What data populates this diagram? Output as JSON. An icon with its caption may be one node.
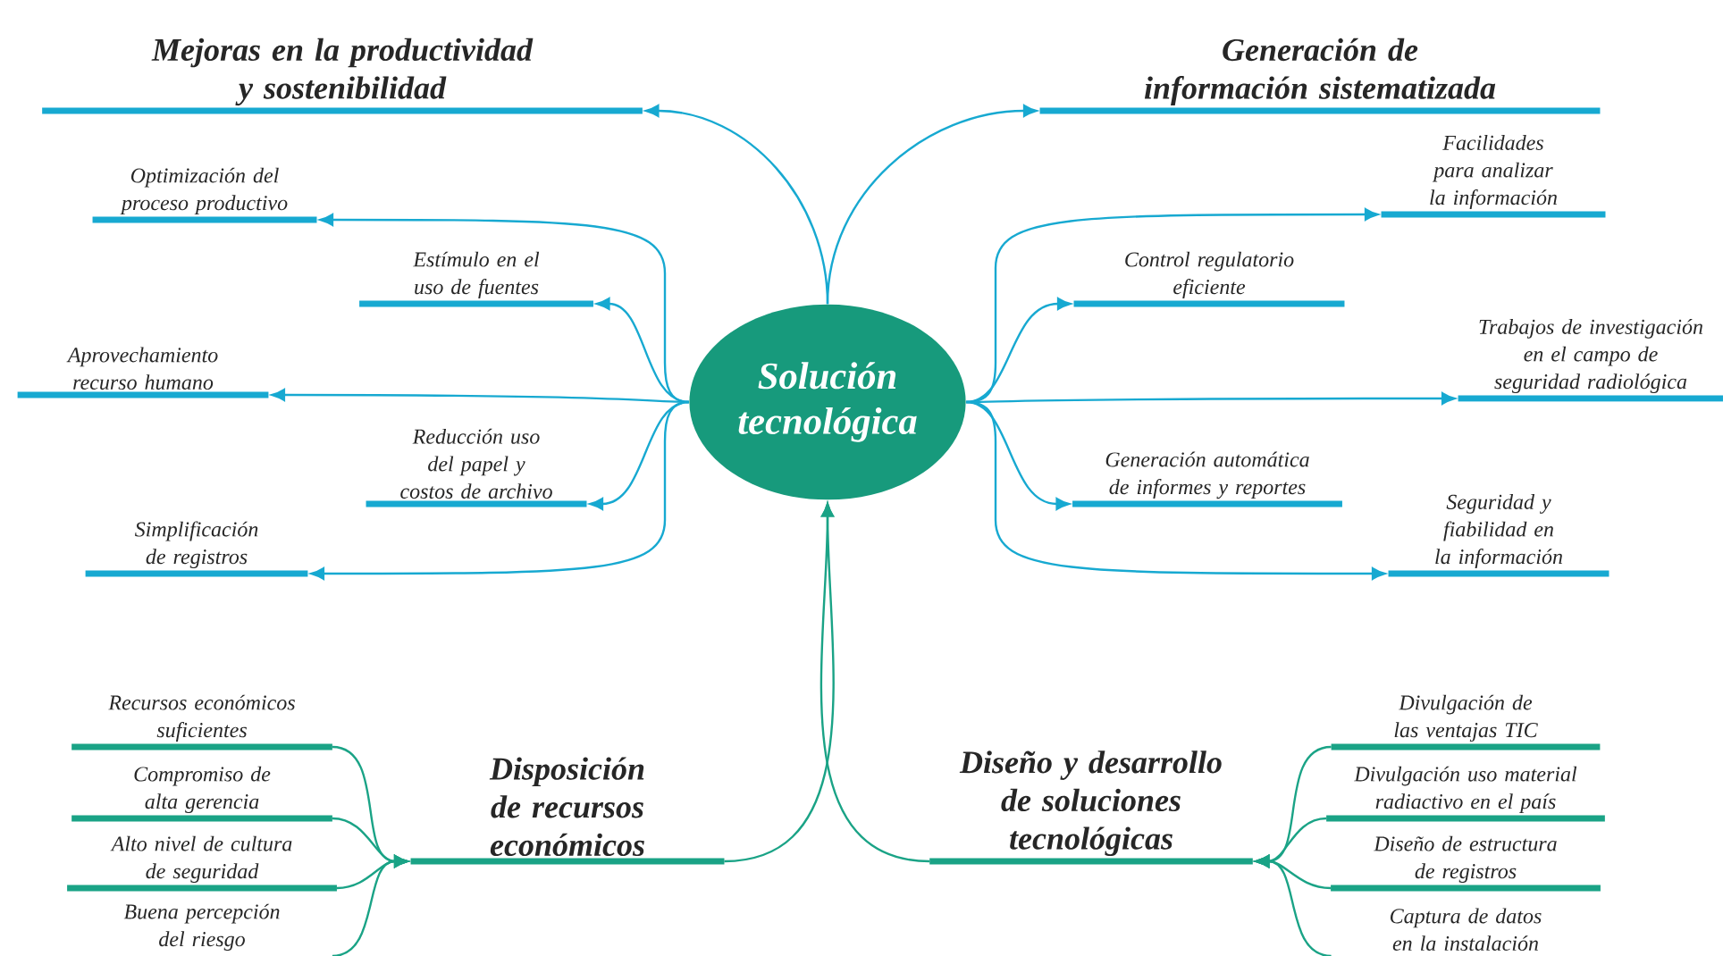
{
  "diagram": {
    "nodes": [
      {
        "text": [
          "Solución tecnológica"
        ]
      },
      {
        "text": [
          "Mejoras en la productividad y sostenibilidad"
        ]
      },
      {
        "text": [
          "Optimización del proceso productivo"
        ]
      },
      {
        "text": [
          "Estímulo en el uso de fuentes"
        ]
      },
      {
        "text": [
          "Aprovechamiento recurso humano"
        ]
      },
      {
        "text": [
          "Reducción uso del papel y costos de archivo"
        ]
      },
      {
        "text": [
          "Simplificación de registros"
        ]
      },
      {
        "text": [
          "Generación de información sistematizada"
        ]
      },
      {
        "text": [
          "Facilidades para analizar la información"
        ]
      },
      {
        "text": [
          "Control regulatorio eficiente"
        ]
      },
      {
        "text": [
          "Trabajos de investigación en el campo de seguridad radiológica"
        ]
      },
      {
        "text": [
          "Generación automática de informes y reportes"
        ]
      },
      {
        "text": [
          "Seguridad y fiabilidad en la información"
        ]
      },
      {
        "text": [
          "Disposición de recursos económicos"
        ]
      },
      {
        "text": [
          "Recursos económicos suficientes"
        ]
      },
      {
        "text": [
          "Compromiso de alta gerencia"
        ]
      },
      {
        "text": [
          "Alto nivel de cultura de seguridad"
        ]
      },
      {
        "text": [
          "Buena percepción del riesgo"
        ]
      },
      {
        "text": [
          "Diseño y desarrollo de soluciones tecnológicas"
        ]
      },
      {
        "text": [
          "Divulgación de las ventajas TIC"
        ]
      },
      {
        "text": [
          "Divulgación uso material radiactivo en el país"
        ]
      },
      {
        "text": [
          "Diseño de estructura de registros"
        ]
      },
      {
        "text": [
          "Captura de datos en la instalación"
        ]
      }
    ],
    "edges": [
      {
        "from": 0,
        "to": 1,
        "arrow": "to"
      },
      {
        "from": 0,
        "to": 2,
        "arrow": "to"
      },
      {
        "from": 0,
        "to": 3,
        "arrow": "to"
      },
      {
        "from": 0,
        "to": 4,
        "arrow": "to"
      },
      {
        "from": 0,
        "to": 5,
        "arrow": "to"
      },
      {
        "from": 0,
        "to": 6,
        "arrow": "to"
      },
      {
        "from": 0,
        "to": 7,
        "arrow": "to"
      },
      {
        "from": 0,
        "to": 8,
        "arrow": "to"
      },
      {
        "from": 0,
        "to": 9,
        "arrow": "to"
      },
      {
        "from": 0,
        "to": 10,
        "arrow": "to"
      },
      {
        "from": 0,
        "to": 11,
        "arrow": "to"
      },
      {
        "from": 0,
        "to": 12,
        "arrow": "to"
      },
      {
        "from": 13,
        "to": 0,
        "arrow": "to",
        "color": "#1aa386"
      },
      {
        "from": 18,
        "to": 0,
        "arrow": "to",
        "color": "#1aa386"
      },
      {
        "from": 14,
        "to": 13,
        "arrow": "to",
        "color": "#1aa386"
      },
      {
        "from": 15,
        "to": 13,
        "arrow": "to",
        "color": "#1aa386"
      },
      {
        "from": 16,
        "to": 13,
        "arrow": "to",
        "color": "#1aa386"
      },
      {
        "from": 17,
        "to": 13,
        "arrow": "to",
        "color": "#1aa386"
      },
      {
        "from": 19,
        "to": 18,
        "arrow": "to",
        "color": "#1aa386"
      },
      {
        "from": 20,
        "to": 18,
        "arrow": "to",
        "color": "#1aa386"
      },
      {
        "from": 21,
        "to": 18,
        "arrow": "to",
        "color": "#1aa386"
      },
      {
        "from": 22,
        "to": 18,
        "arrow": "to",
        "color": "#1aa386"
      }
    ]
  }
}
